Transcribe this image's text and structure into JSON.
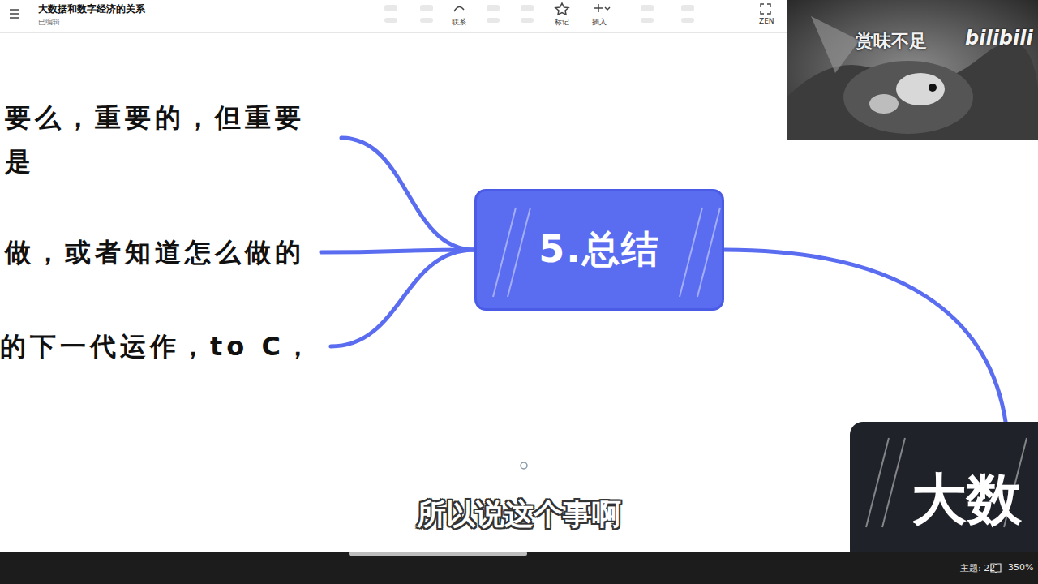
{
  "diagram": {
    "title": "大数据和数字经济的关系",
    "nodes": [
      {
        "text": [
          "要么，重要的，但重要 是"
        ]
      },
      {
        "text": [
          "做，或者知道怎么做的"
        ]
      },
      {
        "text": [
          "的下一代运作，to C，"
        ]
      },
      {
        "text": [
          "5.总结"
        ]
      },
      {
        "text": [
          "大数"
        ]
      }
    ],
    "edges": [
      {
        "from": 3,
        "to": 0,
        "arrow": "none"
      },
      {
        "from": 3,
        "to": 1,
        "arrow": "none"
      },
      {
        "from": 3,
        "to": 2,
        "arrow": "none"
      },
      {
        "from": 4,
        "to": 3,
        "arrow": "none"
      }
    ],
    "labels": [
      "已编辑",
      "联系",
      "标记",
      "插入",
      "ZEN",
      "赏味不足",
      "bilibili",
      "所以说这个事啊",
      "主题: 22",
      "350%"
    ]
  }
}
